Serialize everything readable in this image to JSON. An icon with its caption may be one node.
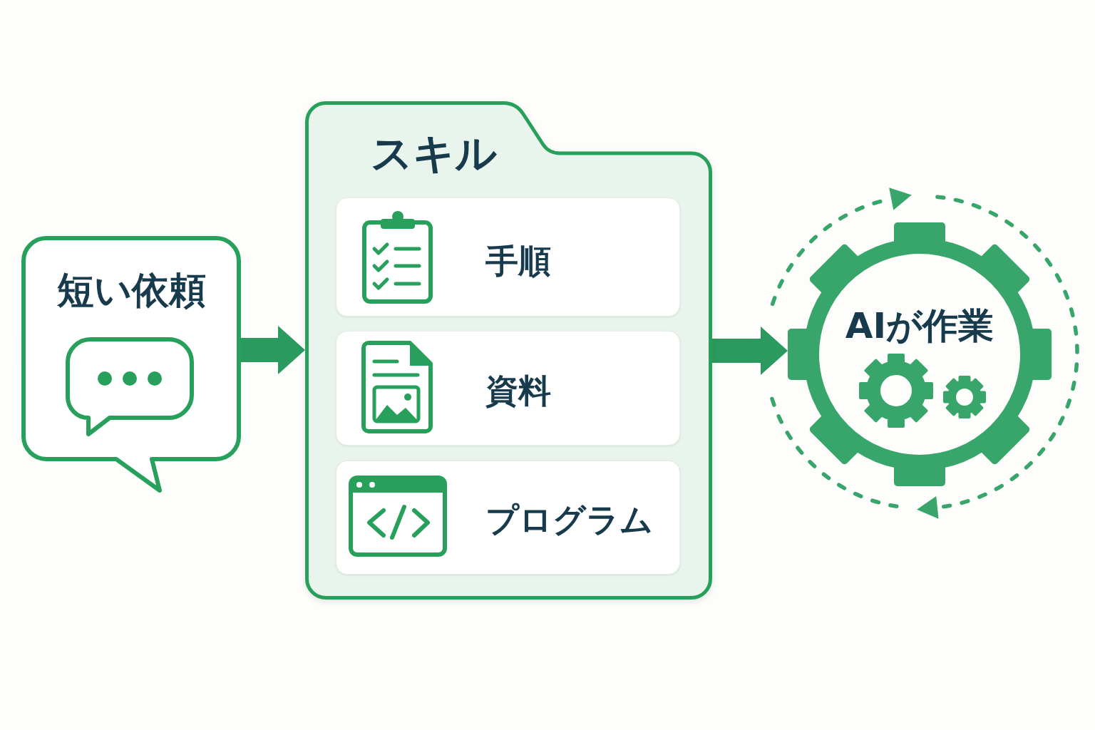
{
  "diagram": {
    "nodes": [
      {
        "text": [
          "短い依頼"
        ]
      },
      {
        "text": [
          "スキル"
        ]
      },
      {
        "text": [
          "手順"
        ],
        "in": 1
      },
      {
        "text": [
          "資料"
        ],
        "in": 1
      },
      {
        "text": [
          "プログラム"
        ],
        "in": 1
      },
      {
        "text": [
          "AIが作業"
        ]
      }
    ],
    "edges": [
      {
        "from": 0,
        "to": 1,
        "arrow": "to"
      },
      {
        "from": 1,
        "to": 5,
        "arrow": "to"
      }
    ]
  }
}
